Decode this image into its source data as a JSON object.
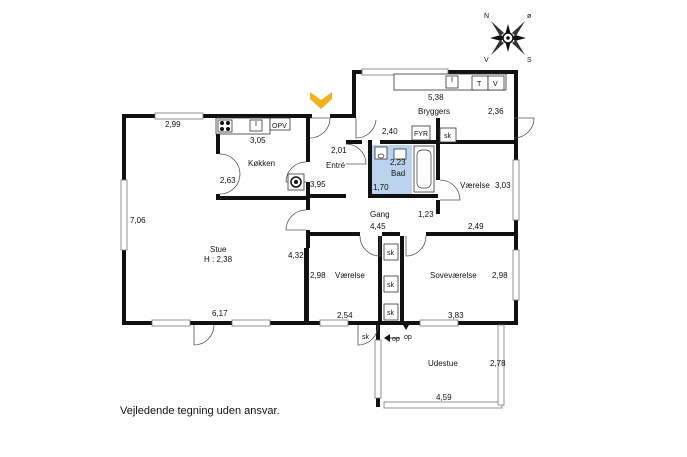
{
  "compass": {
    "n": "N",
    "e": "ø",
    "s": "S",
    "w": "V"
  },
  "rooms": {
    "bryggers": "Bryggers",
    "kokken": "Køkken",
    "entre": "Entré",
    "bad": "Bad",
    "vaerelse_right": "Værelse",
    "gang": "Gang",
    "stue": "Stue",
    "stue_height": "H : 2,38",
    "vaerelse_mid": "Værelse",
    "sovevaerelse": "Soveværelse",
    "udestue": "Udestue"
  },
  "fixtures": {
    "opv": "OPV",
    "tumbler": "T",
    "vask": "V",
    "fyr": "FYR",
    "sk1": "sk",
    "sk2": "sk",
    "sk3": "sk",
    "sk4": "sk",
    "sk5": "sk",
    "op1": "op",
    "op2": "op"
  },
  "dimensions": {
    "d_5_38": "5,38",
    "d_2_36": "2,36",
    "d_2_99": "2,99",
    "d_3_05": "3,05",
    "d_2_40": "2,40",
    "d_2_01": "2,01",
    "d_2_23": "2,23",
    "d_2_63": "2,63",
    "d_3_95": "3,95",
    "d_1_70": "1,70",
    "d_3_03": "3,03",
    "d_1_23": "1,23",
    "d_2_49": "2,49",
    "d_7_06": "7,06",
    "d_4_45": "4,45",
    "d_4_32": "4,32",
    "d_2_98_left": "2,98",
    "d_2_98_right": "2,98",
    "d_6_17": "6,17",
    "d_2_54": "2,54",
    "d_3_83": "3,83",
    "d_2_78": "2,78",
    "d_4_59": "4,59"
  },
  "disclaimer": "Vejledende tegning uden ansvar.",
  "colors": {
    "wall": "#111111",
    "bath": "#bcd3f0",
    "entrance_marker": "#f2b21c"
  }
}
